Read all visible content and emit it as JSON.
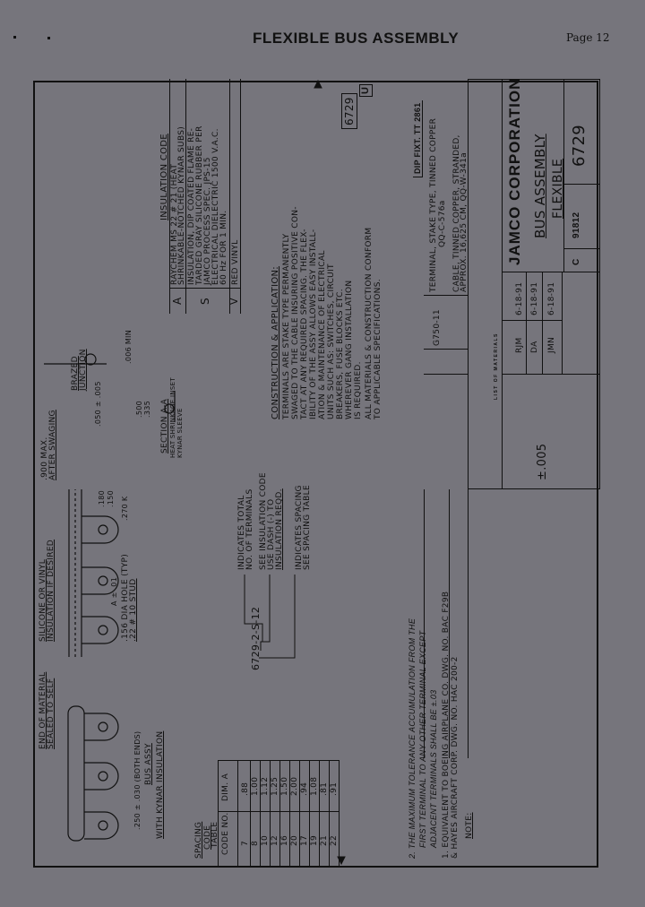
{
  "header": {
    "title": "FLEXIBLE BUS ASSEMBLY",
    "page": "Page 12"
  },
  "title_block": {
    "company": "JAMCO CORPORATION",
    "title_line1": "BUS ASSEMBLY",
    "title_line2": "FLEXIBLE",
    "size": "C",
    "cage_code": "91812",
    "drawing_no": "6729",
    "tolerance": "±.005",
    "approvals": [
      {
        "name": "RJM",
        "date": "6-18-91"
      },
      {
        "name": "DA",
        "date": "6-18-91"
      },
      {
        "name": "JMN",
        "date": "6-18-91"
      }
    ],
    "list_of_materials": "LIST OF MATERIALS"
  },
  "parts_list": [
    {
      "part_no": "G750-11",
      "description": "TERMINAL, STAKE TYPE, TINNED COPPER",
      "spec": "QQ-C-576a"
    },
    {
      "part_no": "",
      "description": "CABLE, TINNED COPPER, STRANDED,",
      "spec": "APPROX. 16,625 CM, QQ-W-341a"
    }
  ],
  "dip_fixture": "DIP FIXT. TT 2861",
  "insulation_code": {
    "heading": "INSULATION CODE",
    "rows": [
      {
        "code": "A",
        "lines": [
          "RAYCHEM MS 22 # 21 (HEAT",
          "SHRINKABLE-NOTCHED KYNAR SUBS)"
        ]
      },
      {
        "code": "S",
        "lines": [
          "INSULATION, DIP COATED FLAME RE-",
          "TARDED GRAY SILICONE RUBBER PER",
          "JAMCO PROCESS SPEC. JPS-15",
          "ELECTRICAL DIELECTRIC 1500 V.A.C.",
          "60 Hz FOR 1 MIN."
        ]
      },
      {
        "code": "V",
        "lines": [
          "RED VINYL"
        ]
      }
    ]
  },
  "drawing_ref_box": "6729",
  "rev_box": "U",
  "construction_notes": {
    "heading": "CONSTRUCTION & APPLICATION:",
    "lines": [
      "TERMINALS ARE STAKE TYPE PERMANENTLY",
      "SWAGED TO THE CABLE INSURING POSITIVE CON-",
      "TACT AT ANY REQUIRED SPACING. THE FLEX-",
      "IBILITY OF THE ASSY ALLOWS EASY INSTALL-",
      "ATION & MAINTENANCE OF ELECTRICAL",
      "UNITS SUCH AS: SWITCHES, CIRCUIT",
      "BREAKERS, FUSE BLOCKS ETC.",
      "WHEREVER GANG INSTALLATION",
      "IS REQUIRED.",
      "ALL MATERIALS & CONSTRUCTION CONFORM",
      "TO APPLICABLE SPECIFICATIONS."
    ]
  },
  "callouts": {
    "silicone": [
      "SILICONE OR VINYL",
      "INSULATION IF DESIRED"
    ],
    "end_material": [
      "END OF MATERIAL",
      "SEALED TO SELF"
    ],
    "brazed": [
      "BRAZED",
      "JUNCTION"
    ],
    "max_after_swaging": [
      ".900 MAX.",
      "AFTER SWAGING"
    ],
    "hole": [
      ".156 DIA HOLE (TYP)",
      ".22 # 10 STUD"
    ],
    "section": [
      "SECTION A-A",
      "HEAT SHRINKAGE INSET",
      "KYNAR SLEEVE"
    ],
    "bus_assy": [
      "BUS ASSY",
      "WITH KYNAR INSULATION"
    ],
    "dims": [
      ".250 ± .030 (BOTH ENDS)",
      ".270 K",
      ".180",
      ".150",
      ".006 MIN",
      "A ± .01",
      ".500",
      ".335",
      ".050 ± .005"
    ],
    "part_number_example": "6729-2-S-12",
    "pn_explanations": [
      [
        "INDICATES TOTAL",
        "NO. OF TERMINALS"
      ],
      [
        "SEE INSULATION CODE",
        "USE DASH (-) TO",
        "INSULATION REQD."
      ],
      [
        "INDICATES SPACING",
        "SEE SPACING TABLE"
      ]
    ]
  },
  "spacing_table": {
    "heading": [
      "SPACING",
      "CODE",
      "TABLE"
    ],
    "col_code": "CODE NO.",
    "col_dim": "DIM. A",
    "rows": [
      [
        "7",
        ".88"
      ],
      [
        "8",
        "1.00"
      ],
      [
        "10",
        "1.12"
      ],
      [
        "12",
        "1.25"
      ],
      [
        "16",
        "1.50"
      ],
      [
        "20",
        "2.00"
      ],
      [
        "17",
        ".94"
      ],
      [
        "19",
        "1.08"
      ],
      [
        "21",
        ".81"
      ],
      [
        "22",
        ".91"
      ]
    ]
  },
  "notes": {
    "heading": "NOTE:",
    "note1": [
      "1. EQUIVALENT TO BOEING AIRPLANE CO. DWG. NO. BAC F29B",
      "& HAYES AIRCRAFT CORP. DWG. NO. HAC 200-2"
    ],
    "note2": [
      "2. THE MAXIMUM TOLERANCE ACCUMULATION FROM THE",
      "FIRST TERMINAL TO ANY OTHER TERMINAL EXCEPT",
      "ADJACENT TERMINALS SHALL BE ±.03"
    ]
  }
}
